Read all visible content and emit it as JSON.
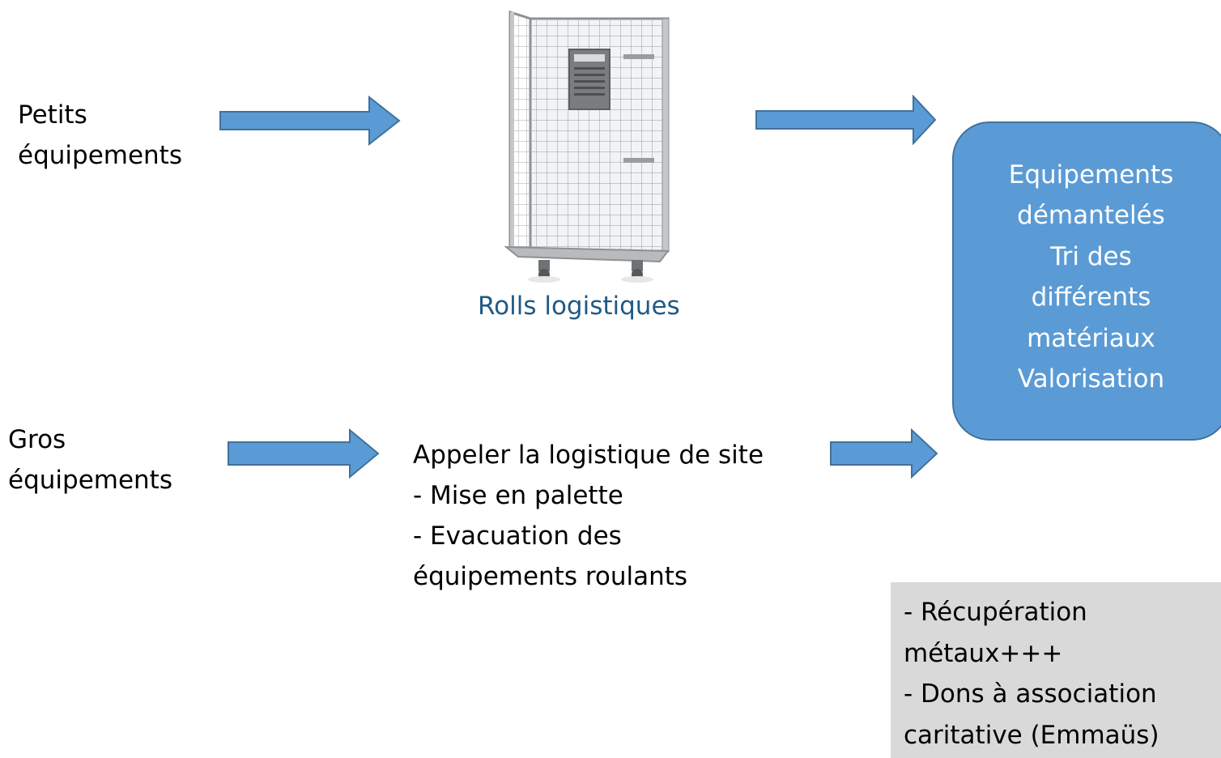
{
  "inputs": {
    "small": [
      "Petits",
      "équipements"
    ],
    "large": [
      "Gros",
      "équipements"
    ]
  },
  "roll": {
    "caption": "Rolls logistiques",
    "icon": "wire-roll-cage-icon"
  },
  "procedure": [
    "Appeler la logistique de site",
    "- Mise en palette",
    "- Evacuation des",
    "équipements roulants"
  ],
  "result": [
    "Equipements",
    "démantelés",
    "Tri des",
    "différents",
    "matériaux",
    "Valorisation"
  ],
  "note": [
    "- Récupération",
    "métaux+++",
    "- Dons à association",
    "caritative (Emmaüs)"
  ],
  "colors": {
    "arrow_fill": "#5b9bd5",
    "arrow_stroke": "#41719c",
    "result_fill": "#5b9bd5",
    "note_fill": "#d9d9d9",
    "caption": "#1f5a85"
  }
}
